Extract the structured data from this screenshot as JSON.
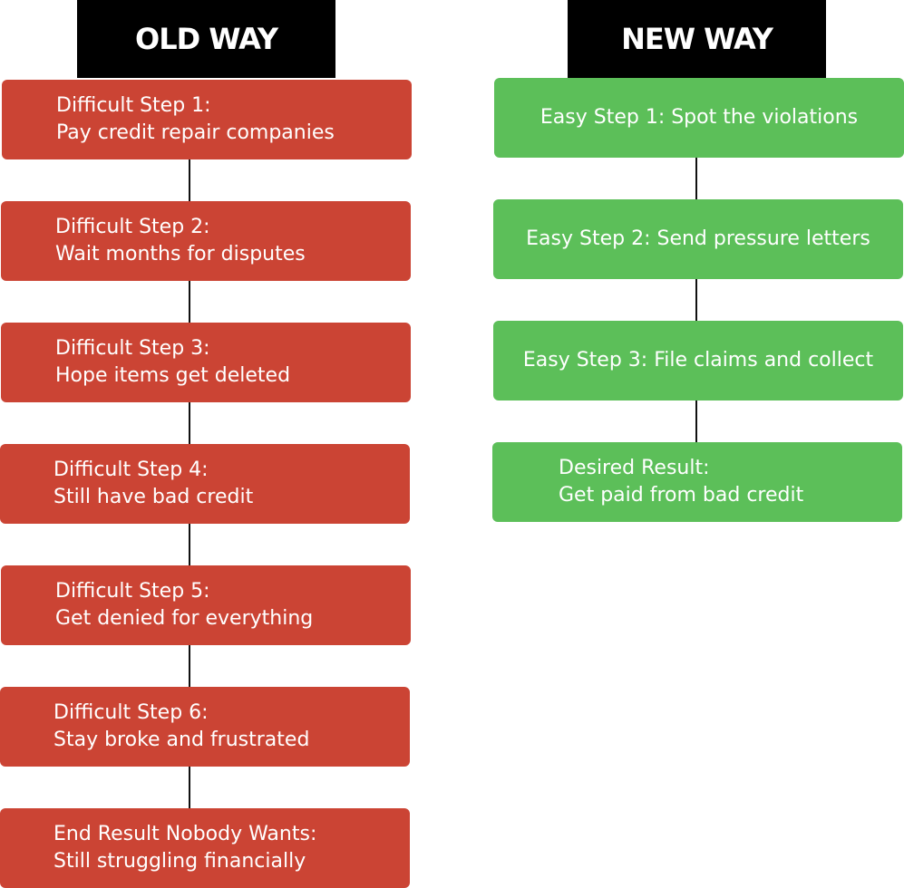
{
  "old_way": {
    "title": "OLD WAY",
    "steps": [
      {
        "line1": "Difficult Step 1:",
        "line2": "Pay credit repair companies"
      },
      {
        "line1": "Difficult Step 2:",
        "line2": "Wait months for disputes"
      },
      {
        "line1": "Difficult Step 3:",
        "line2": "Hope items get deleted"
      },
      {
        "line1": "Difficult Step 4:",
        "line2": "Still have bad credit"
      },
      {
        "line1": "Difficult Step 5:",
        "line2": "Get denied for everything"
      },
      {
        "line1": "Difficult Step 6:",
        "line2": "Stay broke and frustrated"
      },
      {
        "line1": "End Result Nobody Wants:",
        "line2": "Still struggling financially"
      }
    ]
  },
  "new_way": {
    "title": "NEW WAY",
    "steps": [
      {
        "text": "Easy Step 1: Spot the violations"
      },
      {
        "text": "Easy Step 2: Send pressure letters"
      },
      {
        "text": "Easy Step 3: File claims and collect"
      }
    ],
    "result": {
      "line1": "Desired Result:",
      "line2": "Get paid from bad credit"
    }
  },
  "colors": {
    "old_box": "#cb4434",
    "new_box": "#5cbf59",
    "header": "#000000",
    "connector": "#111111"
  }
}
